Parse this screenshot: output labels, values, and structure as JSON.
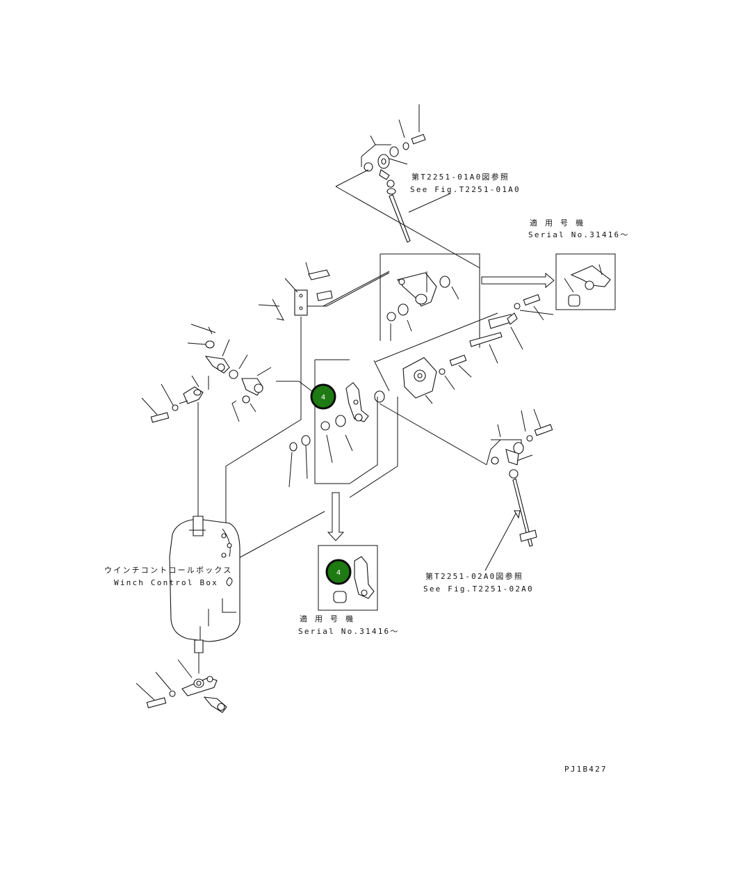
{
  "labels": {
    "ref_top_jp": "第T2251-01A0図参照",
    "ref_top_en": "See Fig.T2251-01A0",
    "serial_right_jp": "適 用 号 機",
    "serial_right_en": "Serial No.31416～",
    "winch_jp": "ウインチコントロールボックス",
    "winch_en": "Winch Control Box",
    "serial_bottom_jp": "適 用 号 機",
    "serial_bottom_en": "Serial No.31416～",
    "ref_bottom_jp": "第T2251-02A0図参照",
    "ref_bottom_en": "See Fig.T2251-02A0",
    "drawing_code": "PJ1B427"
  },
  "callouts": [
    {
      "number": "4"
    },
    {
      "number": "4"
    }
  ],
  "colors": {
    "callout_fill": "#1e7a12",
    "ink": "#111111"
  }
}
